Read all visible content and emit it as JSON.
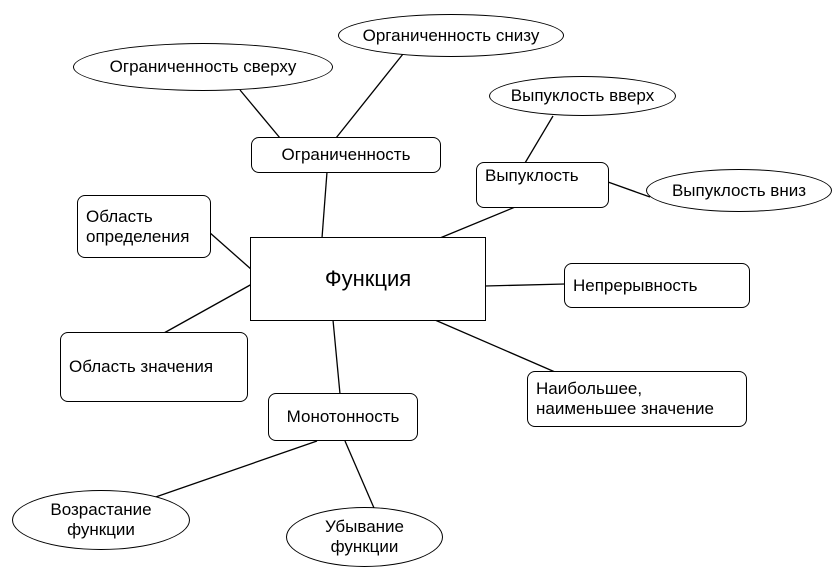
{
  "diagram": {
    "center": {
      "label": "Функция"
    },
    "boxes": {
      "boundedness": "Ограниченность",
      "convexity": "Выпуклость",
      "domain": "Область\nопределения",
      "continuity": "Непрерывность",
      "range": "Область значения",
      "extrema": "Наибольшее,\nнаименьшее значение",
      "monotonicity": "Монотонность"
    },
    "ellipses": {
      "bounded_above": "Ограниченность сверху",
      "bounded_below": "Органиченность снизу",
      "convex_up": "Выпуклость вверх",
      "convex_down": "Выпуклость вниз",
      "increasing": "Возрастание\nфункции",
      "decreasing": "Убывание\nфункции"
    }
  }
}
